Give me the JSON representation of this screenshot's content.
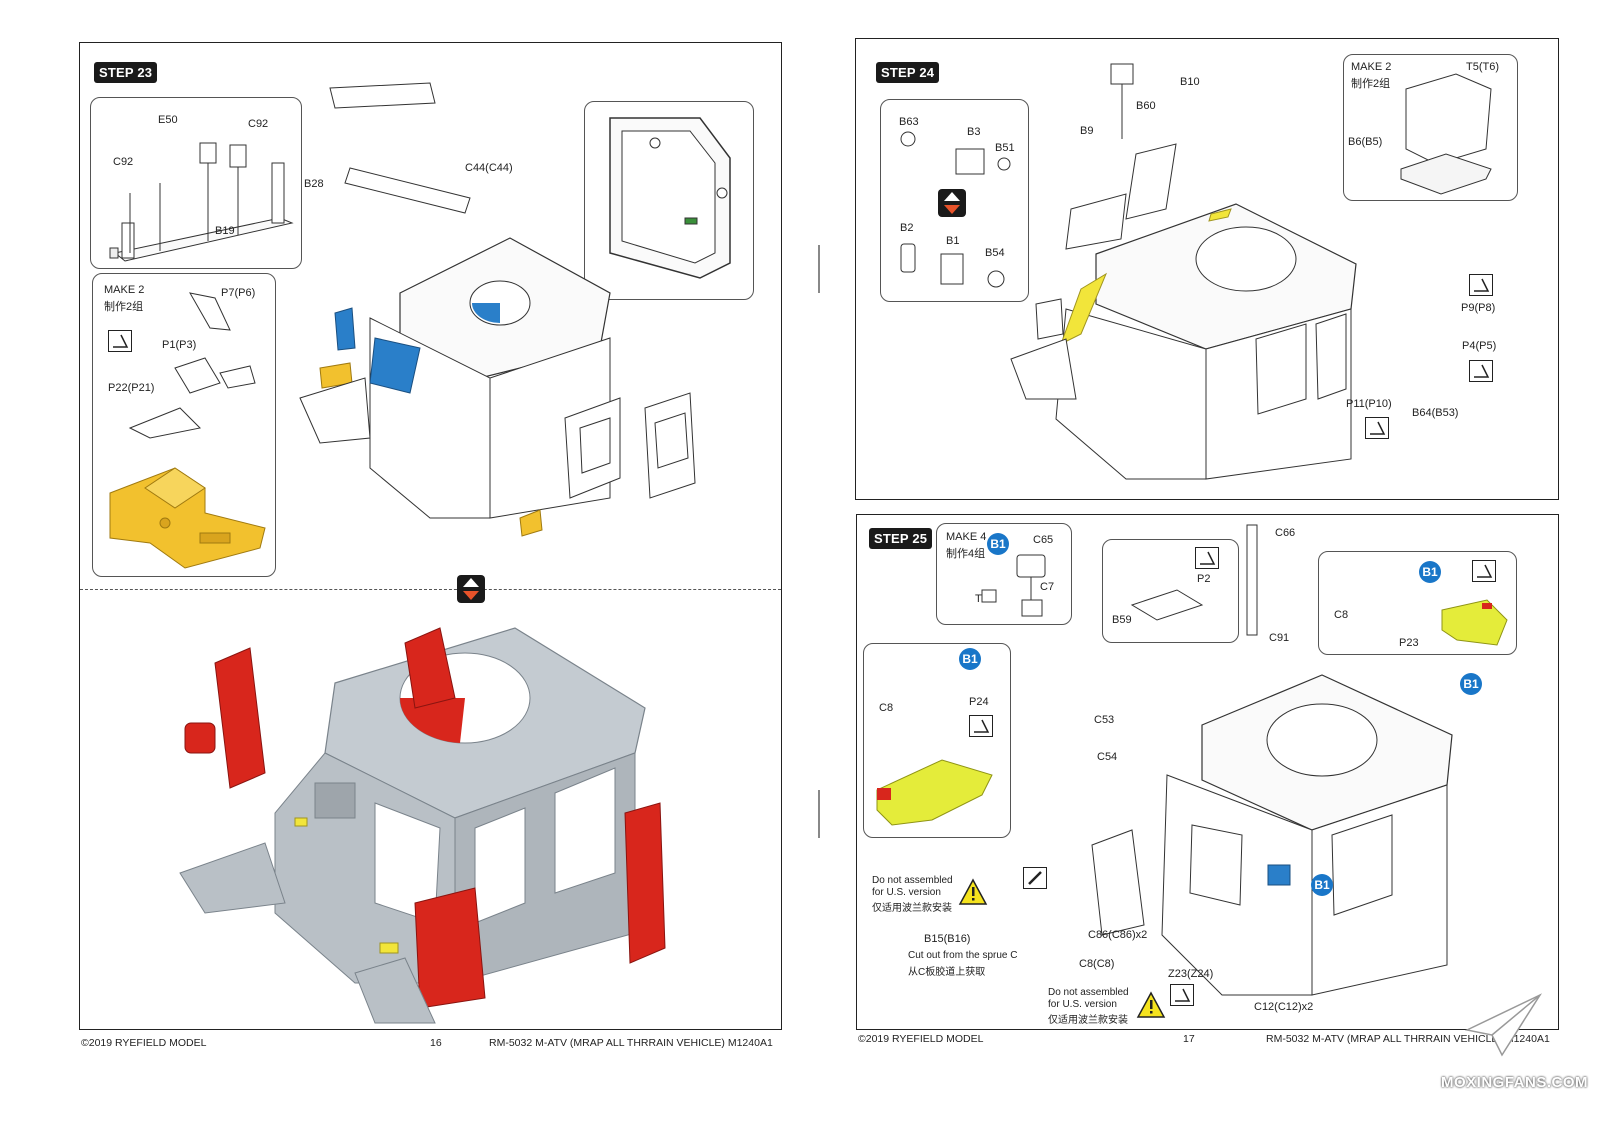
{
  "left_page": {
    "step23": {
      "badge": "STEP 23",
      "labels": {
        "E50": "E50",
        "C92a": "C92",
        "C92b": "C92",
        "B19": "B19",
        "B28": "B28",
        "C44": "C44(C44)",
        "make2": "MAKE 2",
        "make2_cn": "制作2组",
        "P7": "P7(P6)",
        "P1": "P1(P3)",
        "P22": "P22(P21)"
      }
    },
    "footer": {
      "copyright": "©2019 RYEFIELD MODEL",
      "page_number": "16",
      "product": "RM-5032 M-ATV (MRAP ALL THRRAIN VEHICLE) M1240A1"
    }
  },
  "right_page": {
    "step24": {
      "badge": "STEP 24",
      "labels": {
        "B63": "B63",
        "B3": "B3",
        "B51": "B51",
        "B2": "B2",
        "B1": "B1",
        "B54": "B54",
        "B10": "B10",
        "B60": "B60",
        "B9": "B9",
        "make2": "MAKE 2",
        "make2_cn": "制作2组",
        "T5": "T5(T6)",
        "B6": "B6(B5)",
        "P9": "P9(P8)",
        "P4": "P4(P5)",
        "P11": "P11(P10)",
        "B64": "B64(B53)"
      }
    },
    "step25": {
      "badge": "STEP 25",
      "labels": {
        "make4": "MAKE 4",
        "make4_cn": "制作4组",
        "C65": "C65",
        "T12": "T12",
        "C7": "C7",
        "P2": "P2",
        "B59": "B59",
        "C66": "C66",
        "C91": "C91",
        "C8a": "C8",
        "P23": "P23",
        "C8b": "C8",
        "P24": "P24",
        "C53": "C53",
        "C54": "C54",
        "warn1_en": "Do not assembled",
        "warn1_en2": "for U.S. version",
        "warn1_cn": "仅适用波兰款安装",
        "B15": "B15(B16)",
        "cutout_en": "Cut out from the sprue C",
        "cutout_cn": "从C板胶道上获取",
        "C86": "C86(C86)x2",
        "C8c": "C8(C8)",
        "Z23": "Z23(Z24)",
        "warn2_en": "Do not assembled",
        "warn2_en2": "for U.S. version",
        "warn2_cn": "仅适用波兰款安装",
        "C12": "C12(C12)x2"
      },
      "b1_badges": [
        "B1",
        "B1",
        "B1",
        "B1",
        "B1"
      ]
    },
    "footer": {
      "copyright": "©2019 RYEFIELD MODEL",
      "page_number": "17",
      "product": "RM-5032 M-ATV (MRAP ALL THRRAIN VEHICLE) M1240A1"
    }
  },
  "watermark": "MOXINGFANS.COM",
  "colors": {
    "highlight_blue": "#2a7fc9",
    "highlight_yellow": "#f2c12e",
    "highlight_lime": "#e4ec3a",
    "red_doors": "#d8261c",
    "body_grey": "#b9c0c6",
    "badge_blue": "#1976c8"
  }
}
